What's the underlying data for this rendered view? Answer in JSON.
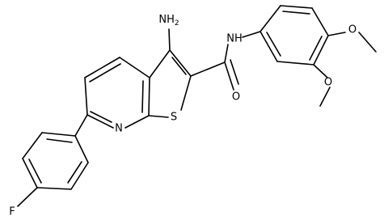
{
  "colors": {
    "background": "#ffffff",
    "bond": "#000000",
    "label": "#000000"
  },
  "atoms": {
    "nh2": "NH2",
    "nh": "NH",
    "carbonyl_o": "O",
    "thiophene_s": "S",
    "pyridine_n": "N",
    "fluorine": "F",
    "methoxy_o_top": "O",
    "methoxy_o_bottom": "O"
  }
}
